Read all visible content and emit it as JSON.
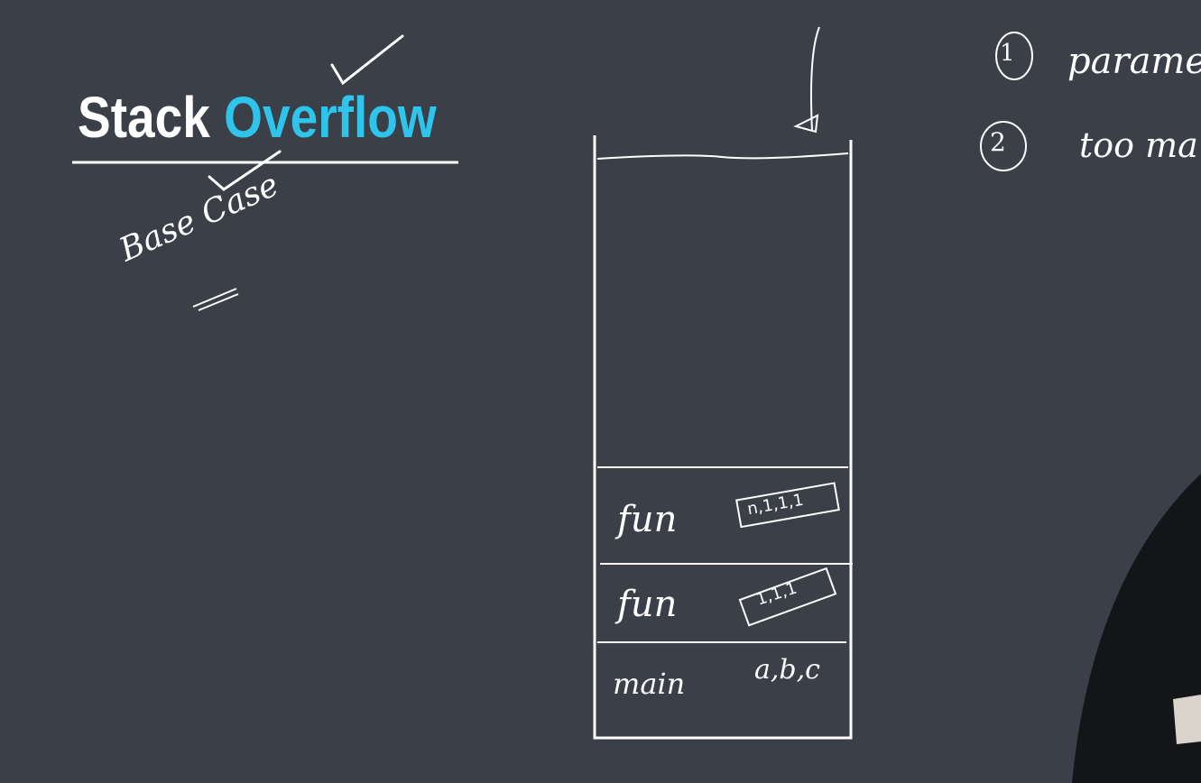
{
  "title": {
    "word1": "Stack",
    "word2": "Overflow"
  },
  "notes": {
    "base_case": "Base Case",
    "list": [
      {
        "number": "1",
        "text": "paramet"
      },
      {
        "number": "2",
        "text": "too ma"
      }
    ]
  },
  "stack": {
    "frames": [
      {
        "label": "fun",
        "contents": "n,1,1,1"
      },
      {
        "label": "fun",
        "contents": "1,1,1"
      },
      {
        "label": "main",
        "contents": "a,b,c"
      }
    ]
  },
  "colors": {
    "background": "#3a3f48",
    "ink": "#ffffff",
    "accent": "#2fc4ec"
  }
}
